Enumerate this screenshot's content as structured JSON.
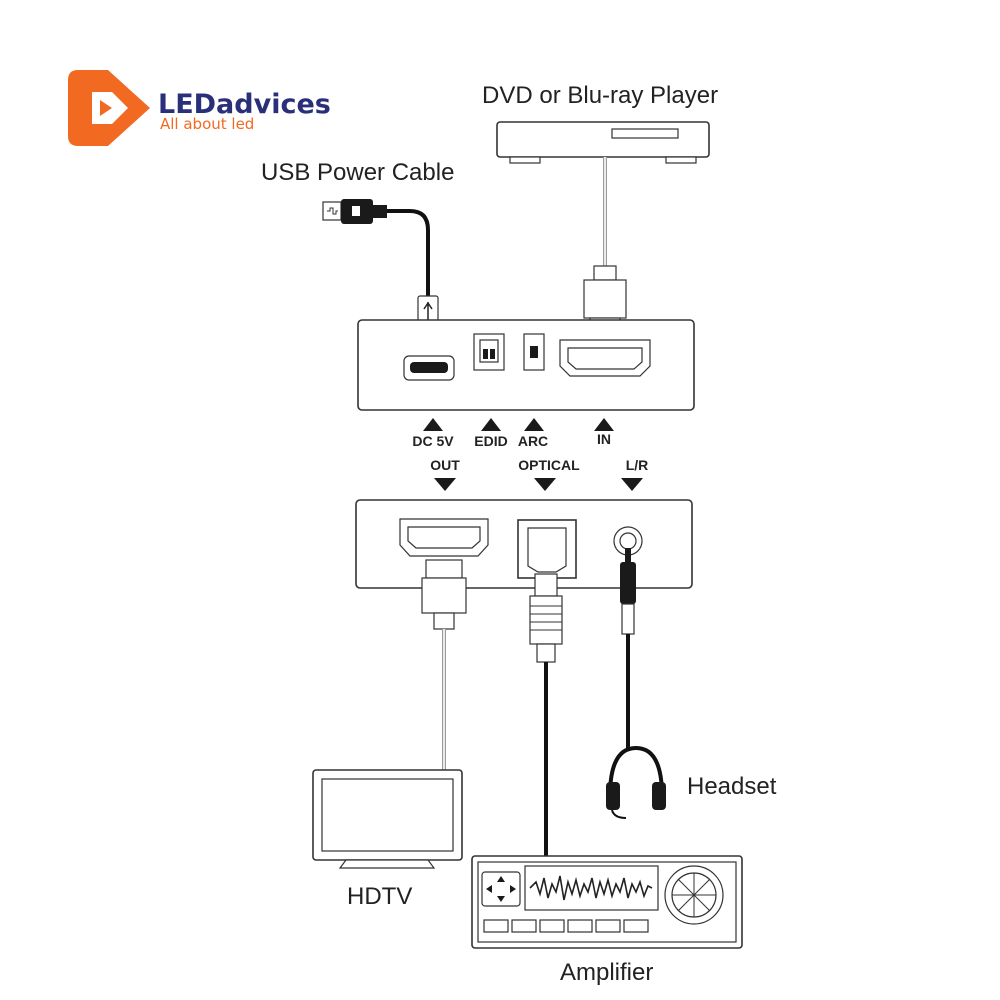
{
  "logo": {
    "name": "LEDadvices",
    "tagline": "All about led",
    "colors": {
      "brand_orange": "#f26a22",
      "brand_navy": "#2a2f7a"
    }
  },
  "labels": {
    "dvd_player": "DVD or Blu-ray Player",
    "usb_cable": "USB Power Cable",
    "hdtv": "HDTV",
    "amplifier": "Amplifier",
    "headset": "Headset"
  },
  "input_ports": {
    "dc5v": "DC 5V",
    "edid": "EDID",
    "arc": "ARC",
    "in": "IN"
  },
  "output_ports": {
    "out": "OUT",
    "optical": "OPTICAL",
    "lr": "L/R"
  }
}
